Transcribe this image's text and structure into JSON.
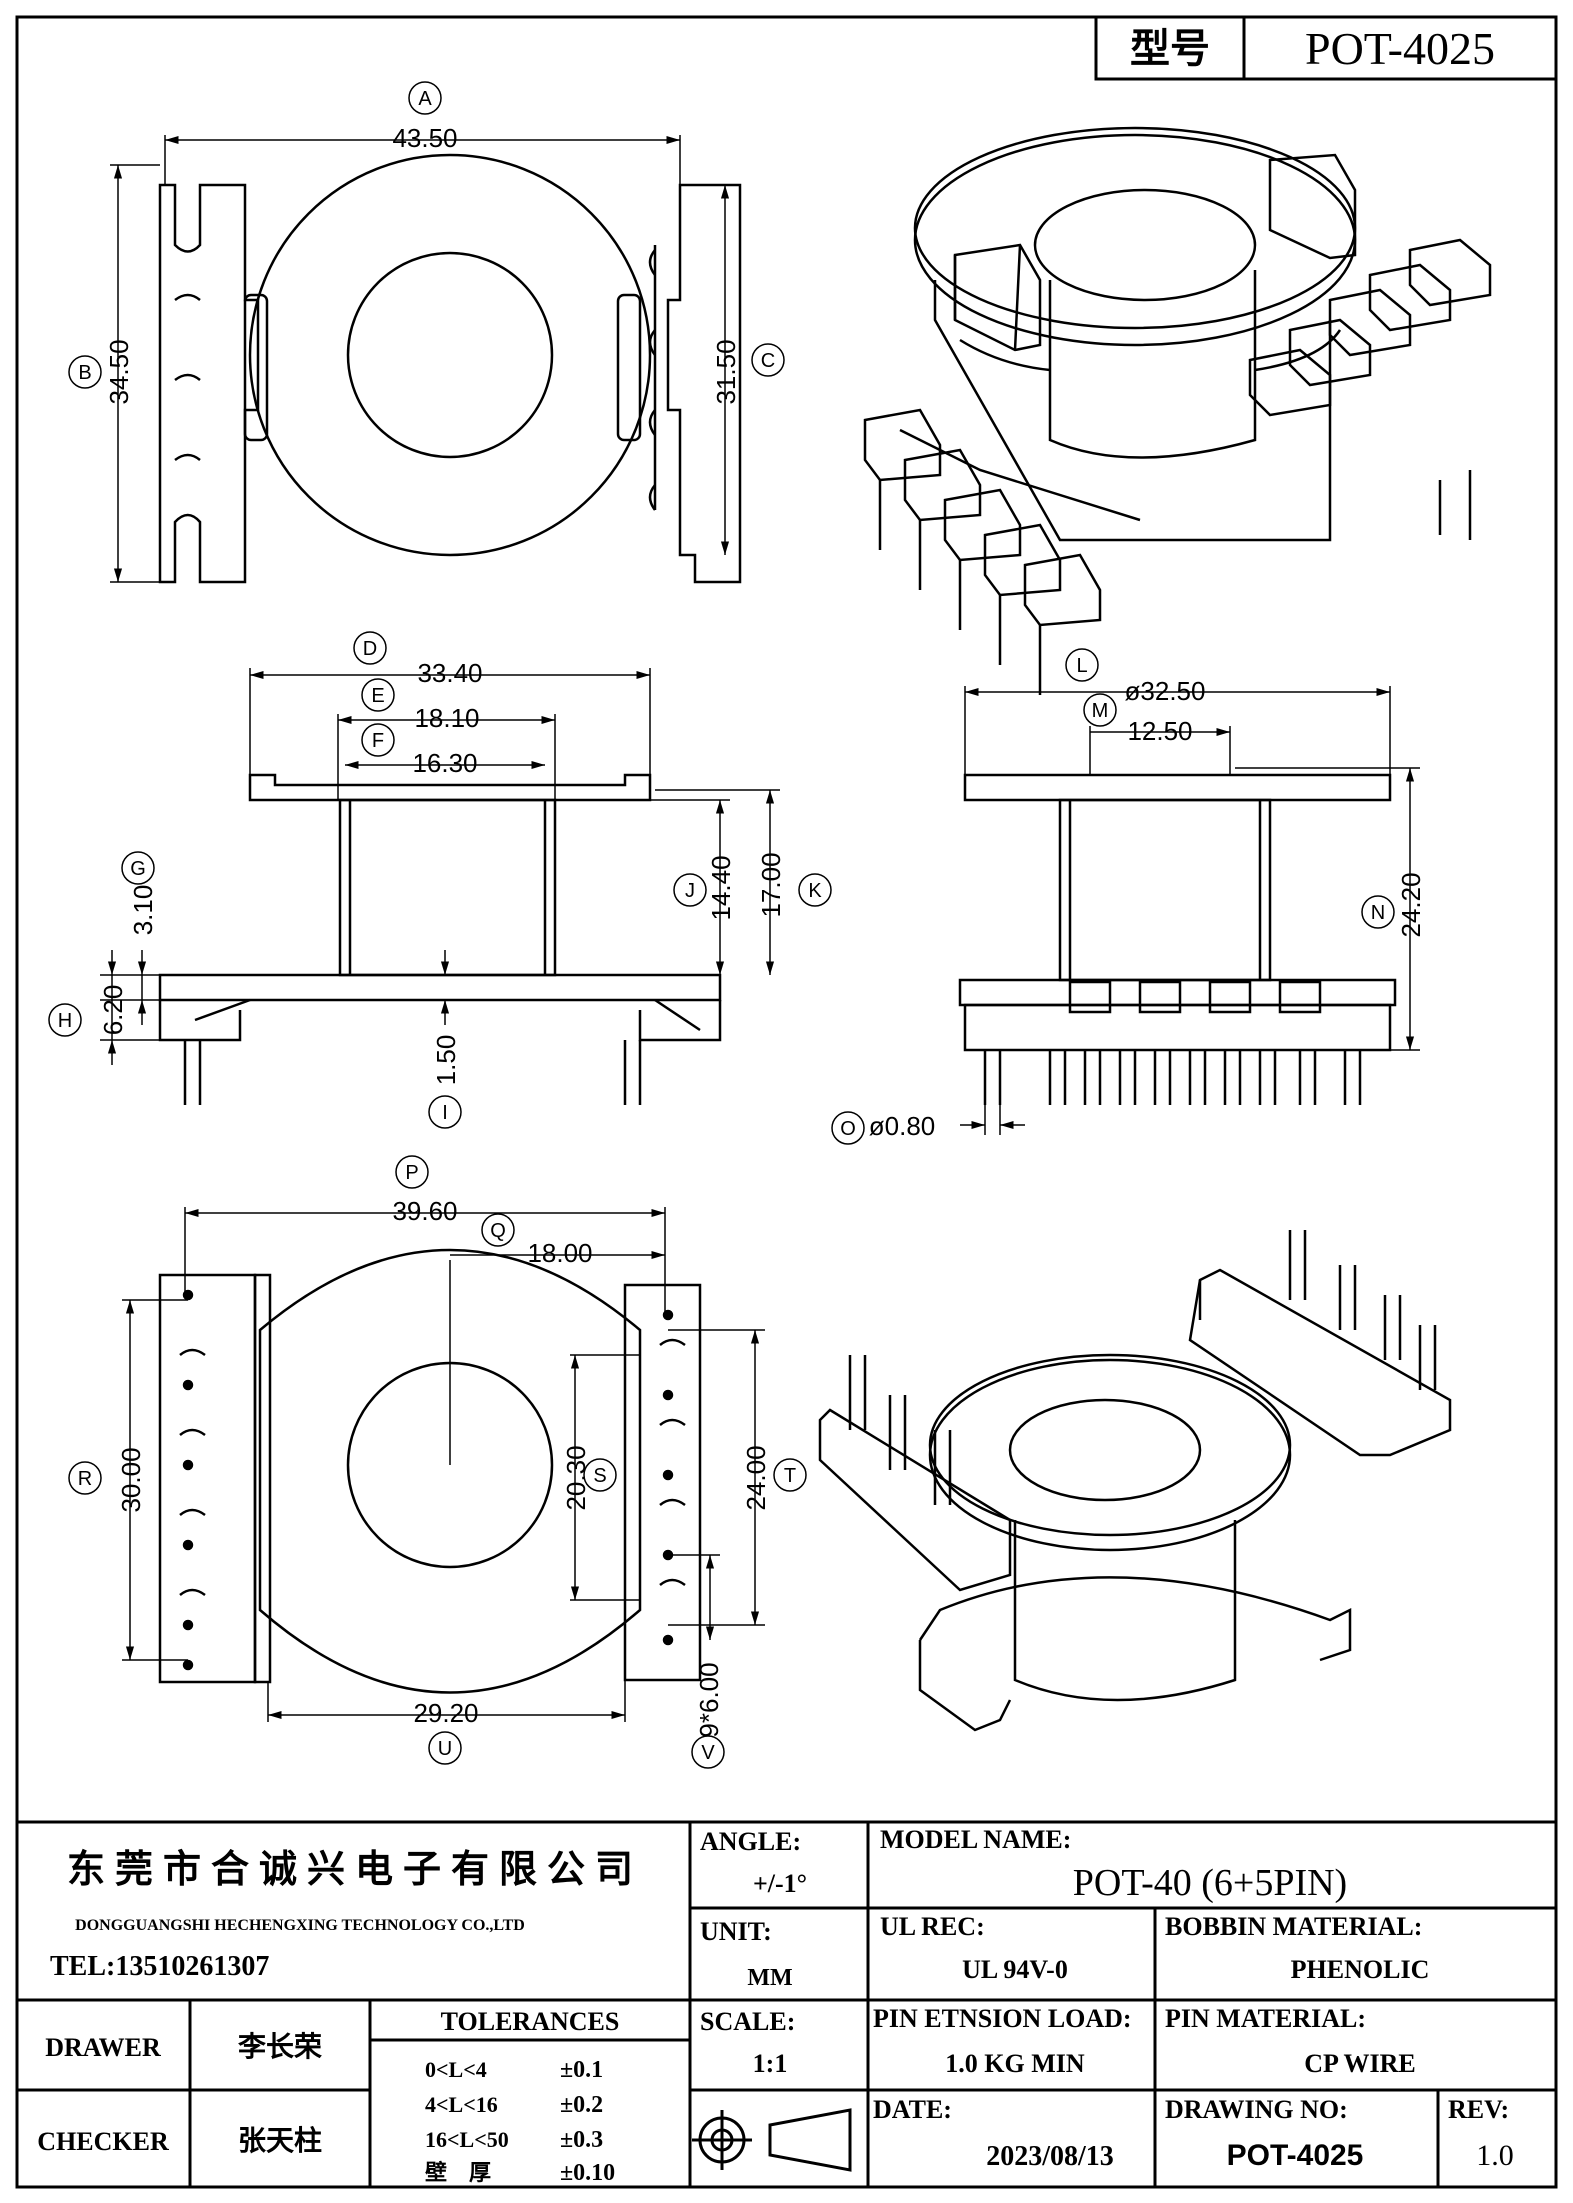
{
  "header": {
    "model_label": "型号",
    "model_value": "POT-4025"
  },
  "dims": {
    "A": {
      "letter": "A",
      "value": "43.50"
    },
    "B": {
      "letter": "B",
      "value": "34.50"
    },
    "C": {
      "letter": "C",
      "value": "31.50"
    },
    "D": {
      "letter": "D",
      "value": "33.40"
    },
    "E": {
      "letter": "E",
      "value": "18.10"
    },
    "F": {
      "letter": "F",
      "value": "16.30"
    },
    "G": {
      "letter": "G",
      "value": "3.10"
    },
    "H": {
      "letter": "H",
      "value": "6.20"
    },
    "I": {
      "letter": "I",
      "value": "1.50"
    },
    "J": {
      "letter": "J",
      "value": "14.40"
    },
    "K": {
      "letter": "K",
      "value": "17.00"
    },
    "L": {
      "letter": "L",
      "value": "ø32.50"
    },
    "M": {
      "letter": "M",
      "value": "12.50"
    },
    "N": {
      "letter": "N",
      "value": "24.20"
    },
    "O": {
      "letter": "O",
      "value": "ø0.80"
    },
    "P": {
      "letter": "P",
      "value": "39.60"
    },
    "Q": {
      "letter": "Q",
      "value": "18.00"
    },
    "R": {
      "letter": "R",
      "value": "30.00"
    },
    "S": {
      "letter": "S",
      "value": "20.30"
    },
    "T": {
      "letter": "T",
      "value": "24.00"
    },
    "U": {
      "letter": "U",
      "value": "29.20"
    },
    "V": {
      "letter": "V",
      "value": "9*6.00"
    }
  },
  "titleblock": {
    "company_cn": "东莞市合诚兴电子有限公司",
    "company_en": "DONGGUANGSHI HECHENGXING TECHNOLOGY CO.,LTD",
    "tel": "TEL:13510261307",
    "angle_label": "ANGLE:",
    "angle_value": "+/-1°",
    "unit_label": "UNIT:",
    "unit_value": "MM",
    "scale_label": "SCALE:",
    "scale_value": "1:1",
    "model_name_label": "MODEL NAME:",
    "model_name_value": "POT-40 (6+5PIN)",
    "ul_label": "UL REC:",
    "ul_value": "UL 94V-0",
    "bobbin_label": "BOBBIN MATERIAL:",
    "bobbin_value": "PHENOLIC",
    "pin_load_label": "PIN ETNSION LOAD:",
    "pin_load_value": "1.0 KG MIN",
    "pin_mat_label": "PIN MATERIAL:",
    "pin_mat_value": "CP WIRE",
    "date_label": "DATE:",
    "date_value": "2023/08/13",
    "drawing_no_label": "DRAWING NO:",
    "drawing_no_value": "POT-4025",
    "rev_label": "REV:",
    "rev_value": "1.0",
    "drawer_label": "DRAWER",
    "drawer_value": "李长荣",
    "checker_label": "CHECKER",
    "checker_value": "张天柱",
    "tolerances_label": "TOLERANCES",
    "tolerances": [
      {
        "range": "0<L<4",
        "tol": "±0.1"
      },
      {
        "range": "4<L<16",
        "tol": "±0.2"
      },
      {
        "range": "16<L<50",
        "tol": "±0.3"
      },
      {
        "range": "壁　厚",
        "tol": "±0.10"
      }
    ]
  }
}
